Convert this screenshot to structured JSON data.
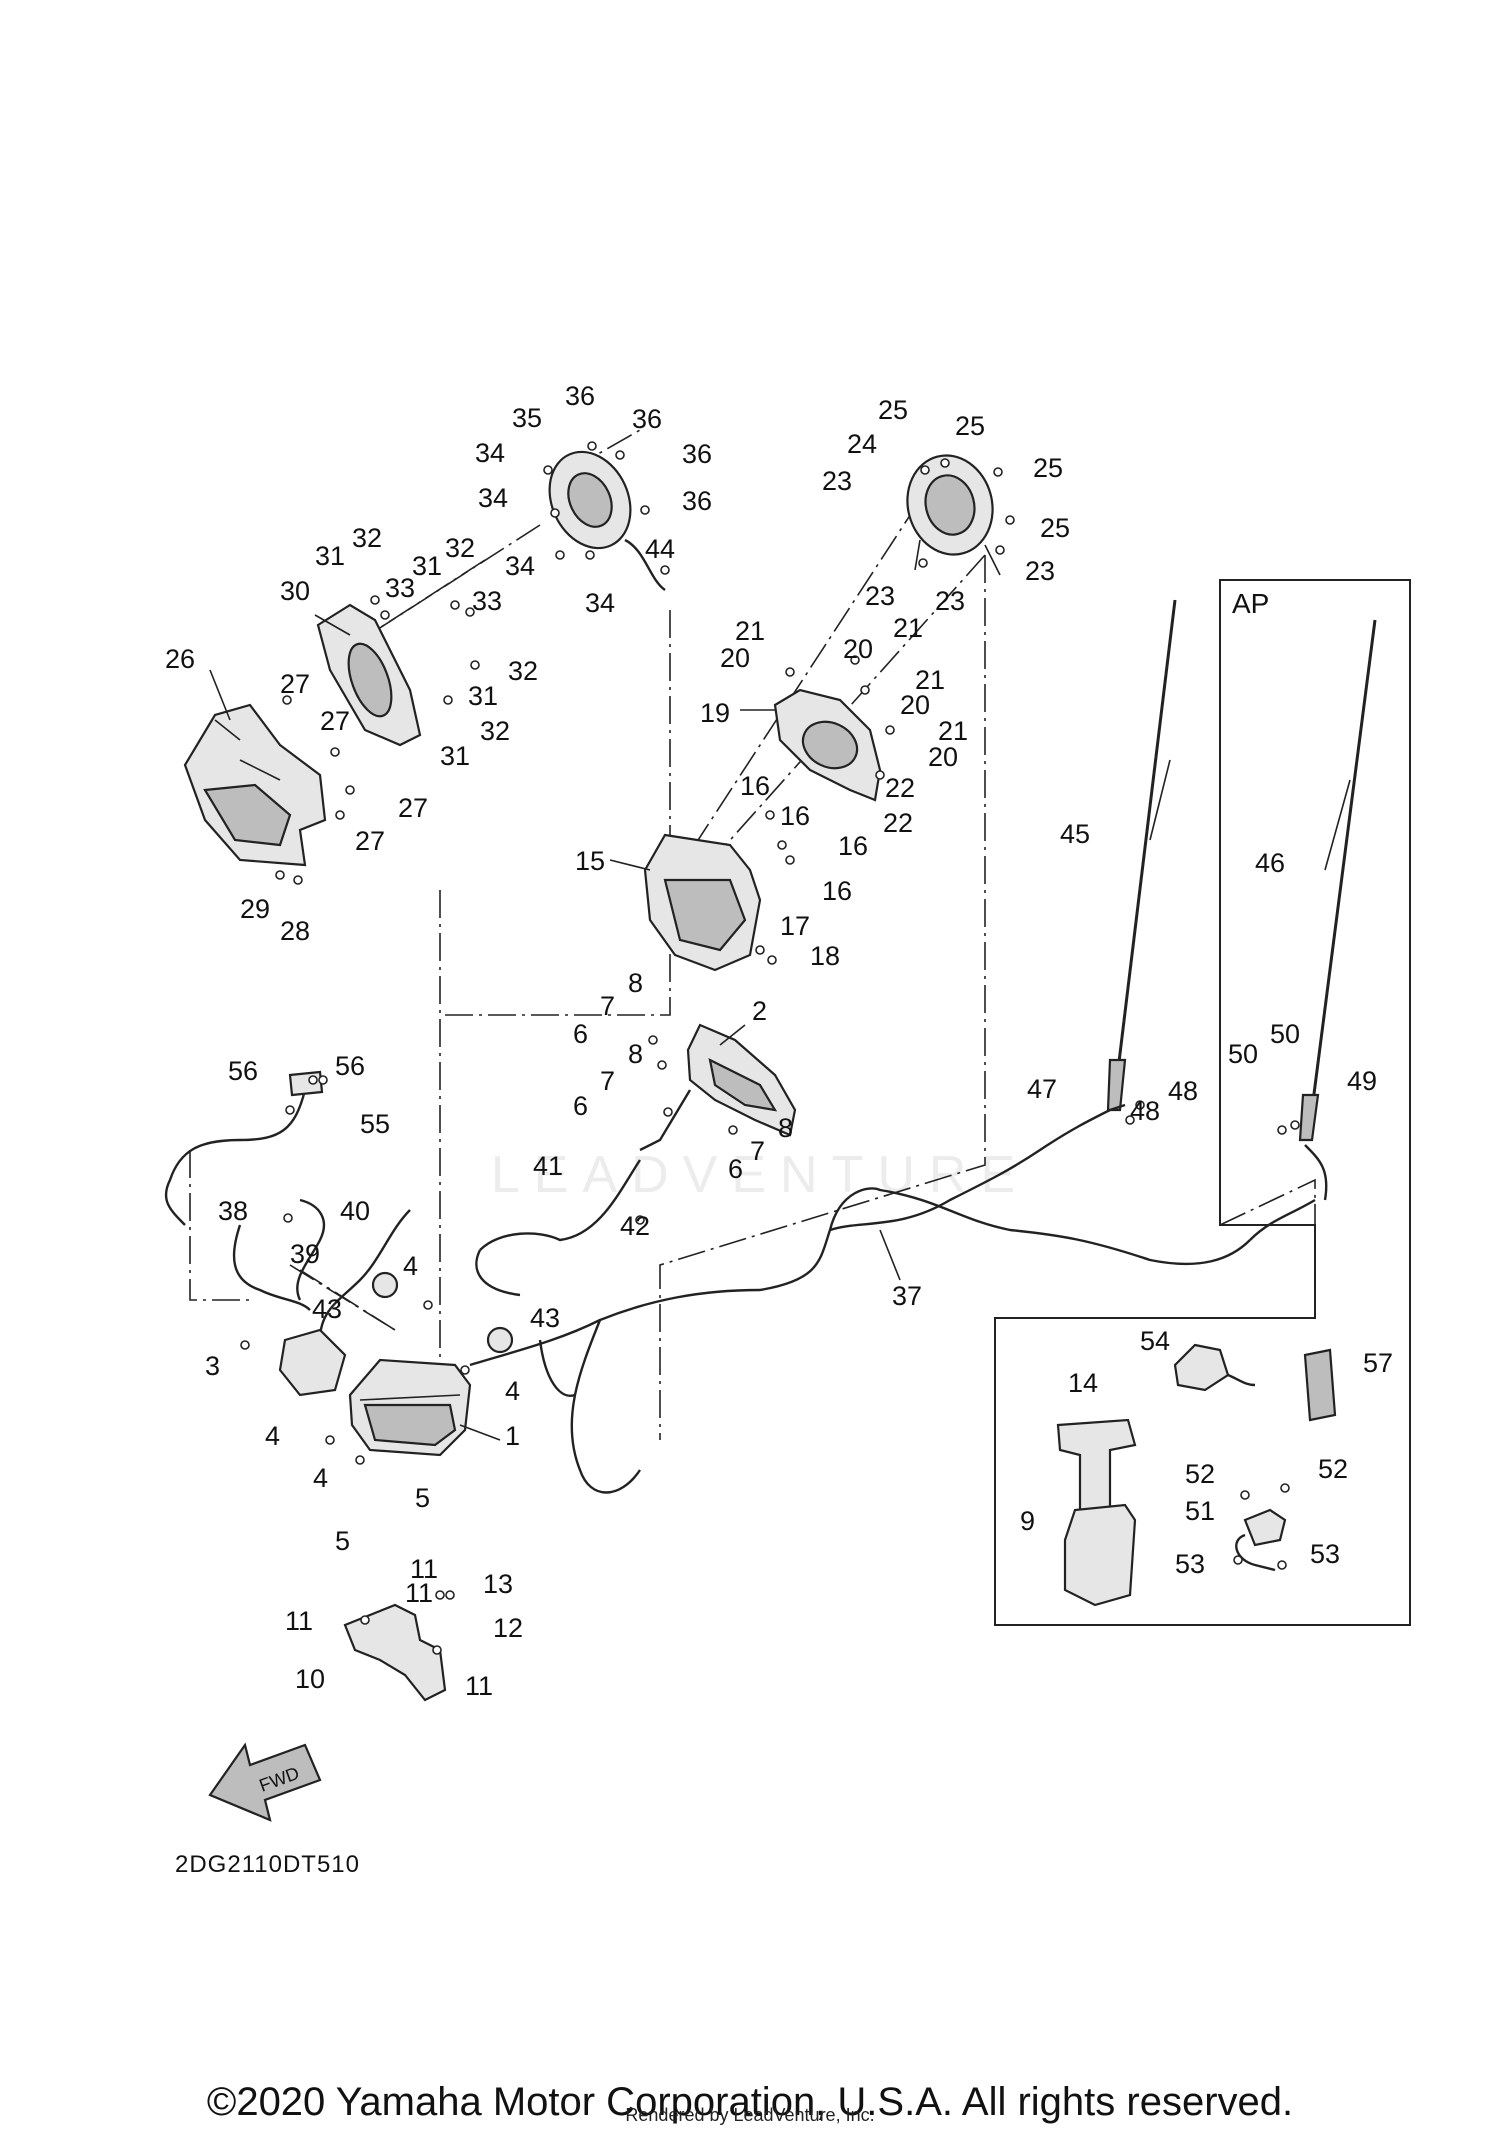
{
  "diagram": {
    "box_title": "AP",
    "diagram_code": "2DG2110DT510",
    "fwd_label": "FWD",
    "watermark": "LEADVENTURE",
    "part_labels": [
      "1",
      "2",
      "3",
      "4",
      "4",
      "4",
      "4",
      "5",
      "5",
      "6",
      "6",
      "6",
      "7",
      "7",
      "7",
      "8",
      "8",
      "8",
      "9",
      "10",
      "11",
      "11",
      "11",
      "11",
      "12",
      "13",
      "14",
      "15",
      "16",
      "16",
      "16",
      "16",
      "17",
      "18",
      "19",
      "20",
      "20",
      "20",
      "20",
      "21",
      "21",
      "21",
      "21",
      "22",
      "22",
      "23",
      "23",
      "23",
      "23",
      "24",
      "25",
      "25",
      "25",
      "25",
      "26",
      "27",
      "27",
      "27",
      "27",
      "28",
      "29",
      "30",
      "31",
      "31",
      "31",
      "31",
      "32",
      "32",
      "32",
      "32",
      "33",
      "33",
      "34",
      "34",
      "34",
      "34",
      "35",
      "36",
      "36",
      "36",
      "36",
      "37",
      "38",
      "39",
      "40",
      "41",
      "42",
      "43",
      "43",
      "44",
      "45",
      "46",
      "47",
      "48",
      "48",
      "49",
      "50",
      "50",
      "51",
      "52",
      "52",
      "53",
      "53",
      "54",
      "55",
      "56",
      "56",
      "57"
    ]
  },
  "footer": {
    "copyright": "©2020 Yamaha Motor Corporation, U.S.A. All rights reserved.",
    "rendered_by": "Rendered by LeadVenture, Inc."
  }
}
